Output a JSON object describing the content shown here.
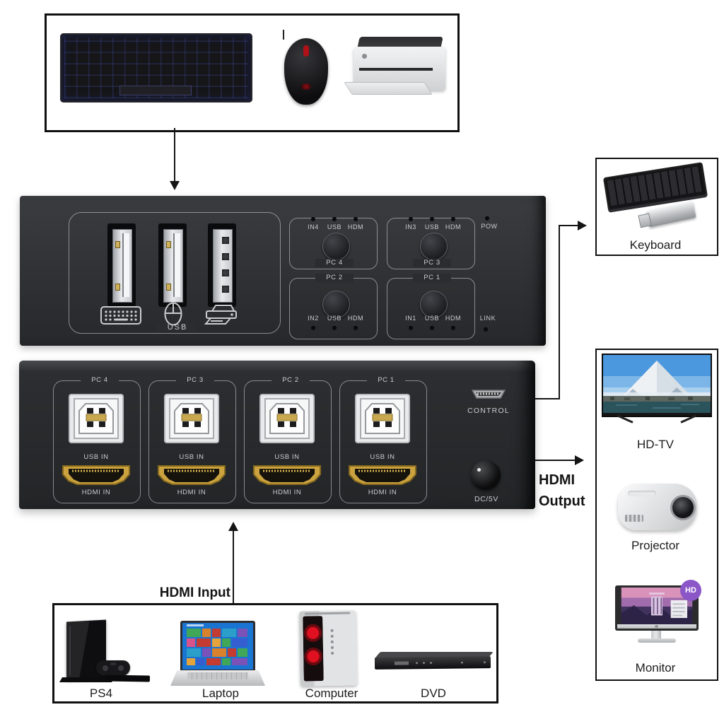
{
  "panel_front": {
    "usb_section_label": "USB",
    "quadrants": [
      {
        "name": "PC 4",
        "led_labels": [
          "IN4",
          "USB",
          "HDM"
        ]
      },
      {
        "name": "PC 3",
        "led_labels": [
          "IN3",
          "USB",
          "HDM"
        ]
      },
      {
        "name": "PC 2",
        "led_labels": [
          "IN2",
          "USB",
          "HDM"
        ]
      },
      {
        "name": "PC 1",
        "led_labels": [
          "IN1",
          "USB",
          "HDM"
        ]
      }
    ],
    "power_led_label": "POW",
    "link_led_label": "LINK"
  },
  "panel_rear": {
    "port_groups": [
      {
        "name": "PC 4",
        "usb_label": "USB IN",
        "hdmi_label": "HDMI IN"
      },
      {
        "name": "PC 3",
        "usb_label": "USB IN",
        "hdmi_label": "HDMI IN"
      },
      {
        "name": "PC 2",
        "usb_label": "USB IN",
        "hdmi_label": "HDMI IN"
      },
      {
        "name": "PC 1",
        "usb_label": "USB IN",
        "hdmi_label": "HDMI IN"
      }
    ],
    "control_label": "CONTROL",
    "power_jack_label": "DC/5V"
  },
  "annotations": {
    "hdmi_input": "HDMI Input",
    "hdmi_output_line1": "HDMI",
    "hdmi_output_line2": "Output"
  },
  "keyboard_box": {
    "label": "Keyboard"
  },
  "output_devices_box": {
    "hd_badge": "HD",
    "items": [
      {
        "label": "HD-TV"
      },
      {
        "label": "Projector"
      },
      {
        "label": "Monitor"
      }
    ]
  },
  "input_devices_box": {
    "items": [
      {
        "label": "PS4"
      },
      {
        "label": "Laptop"
      },
      {
        "label": "Computer"
      },
      {
        "label": "DVD"
      }
    ]
  },
  "colors": {
    "panel_dark": "#2b2d30",
    "panel_text": "#caced1",
    "hdmi_gold": "#caa23f",
    "fan_red": "#d01020",
    "badge_purple": "#8a56c8"
  }
}
